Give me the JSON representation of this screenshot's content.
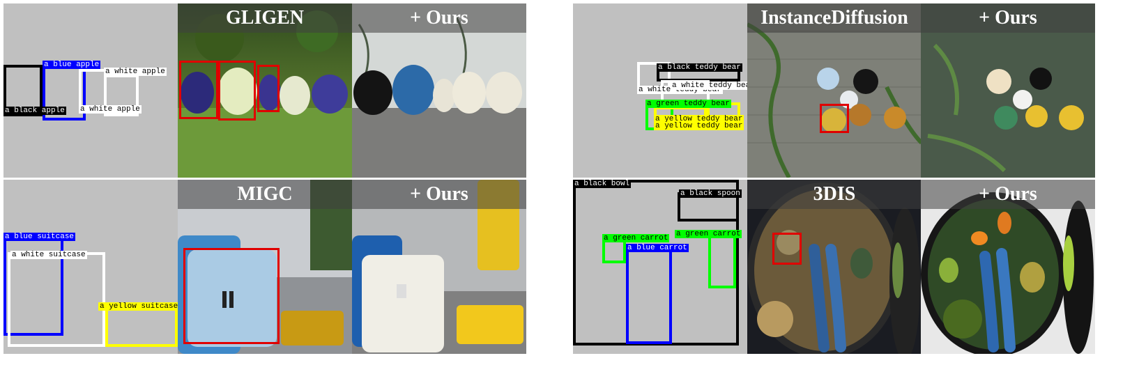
{
  "colors": {
    "layout_bg": "#c0c0c0",
    "red": "#e00000",
    "blue": "#0000ff",
    "white": "#ffffff",
    "black": "#000000",
    "yellow": "#ffff00",
    "green": "#00ff00"
  },
  "rows": [
    {
      "layout": {
        "labels": [
          "a blue apple",
          "a white apple",
          "a black apple",
          "a white apple"
        ]
      },
      "baseline": {
        "title": "GLIGEN"
      },
      "ours": {
        "title": "+ Ours"
      }
    },
    {
      "layout": {
        "labels": [
          "a black teddy bear",
          "a white teddy bear",
          "a white teddy bear",
          "a green teddy bear",
          "a yellow teddy bear",
          "a yellow teddy bear"
        ]
      },
      "baseline": {
        "title": "InstanceDiffusion"
      },
      "ours": {
        "title": "+ Ours"
      }
    },
    {
      "layout": {
        "labels": [
          "a blue suitcase",
          "a white suitcase",
          "a yellow suitcase"
        ]
      },
      "baseline": {
        "title": "MIGC"
      },
      "ours": {
        "title": "+ Ours"
      }
    },
    {
      "layout": {
        "labels": [
          "a black bowl",
          "a black spoon",
          "a green carrot",
          "a green carrot",
          "a blue carrot"
        ]
      },
      "baseline": {
        "title": "3DIS"
      },
      "ours": {
        "title": "+ Ours"
      }
    }
  ]
}
